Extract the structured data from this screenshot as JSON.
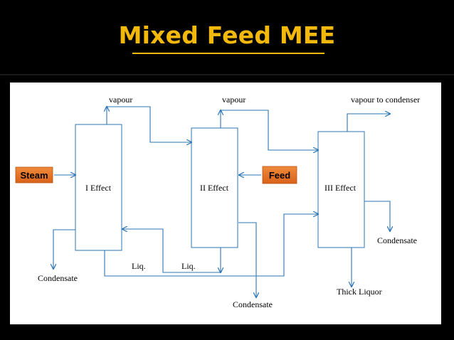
{
  "slide": {
    "title": "Mixed Feed MEE"
  },
  "diagram": {
    "effects": {
      "first": "I Effect",
      "second": "II Effect",
      "third": "III Effect"
    },
    "inputs": {
      "steam": "Steam",
      "feed": "Feed"
    },
    "streams": {
      "vapour_1": "vapour",
      "vapour_2": "vapour",
      "vapour_to_condenser": "vapour to condenser",
      "liq_1": "Liq.",
      "liq_2": "Liq.",
      "condensate_1": "Condensate",
      "condensate_2": "Condensate",
      "condensate_3": "Condensate",
      "thick_liquor": "Thick Liquor"
    },
    "colors": {
      "flow_line": "#2e75b6",
      "tag_fill": "#e8731f",
      "title": "#f2b80c"
    }
  }
}
